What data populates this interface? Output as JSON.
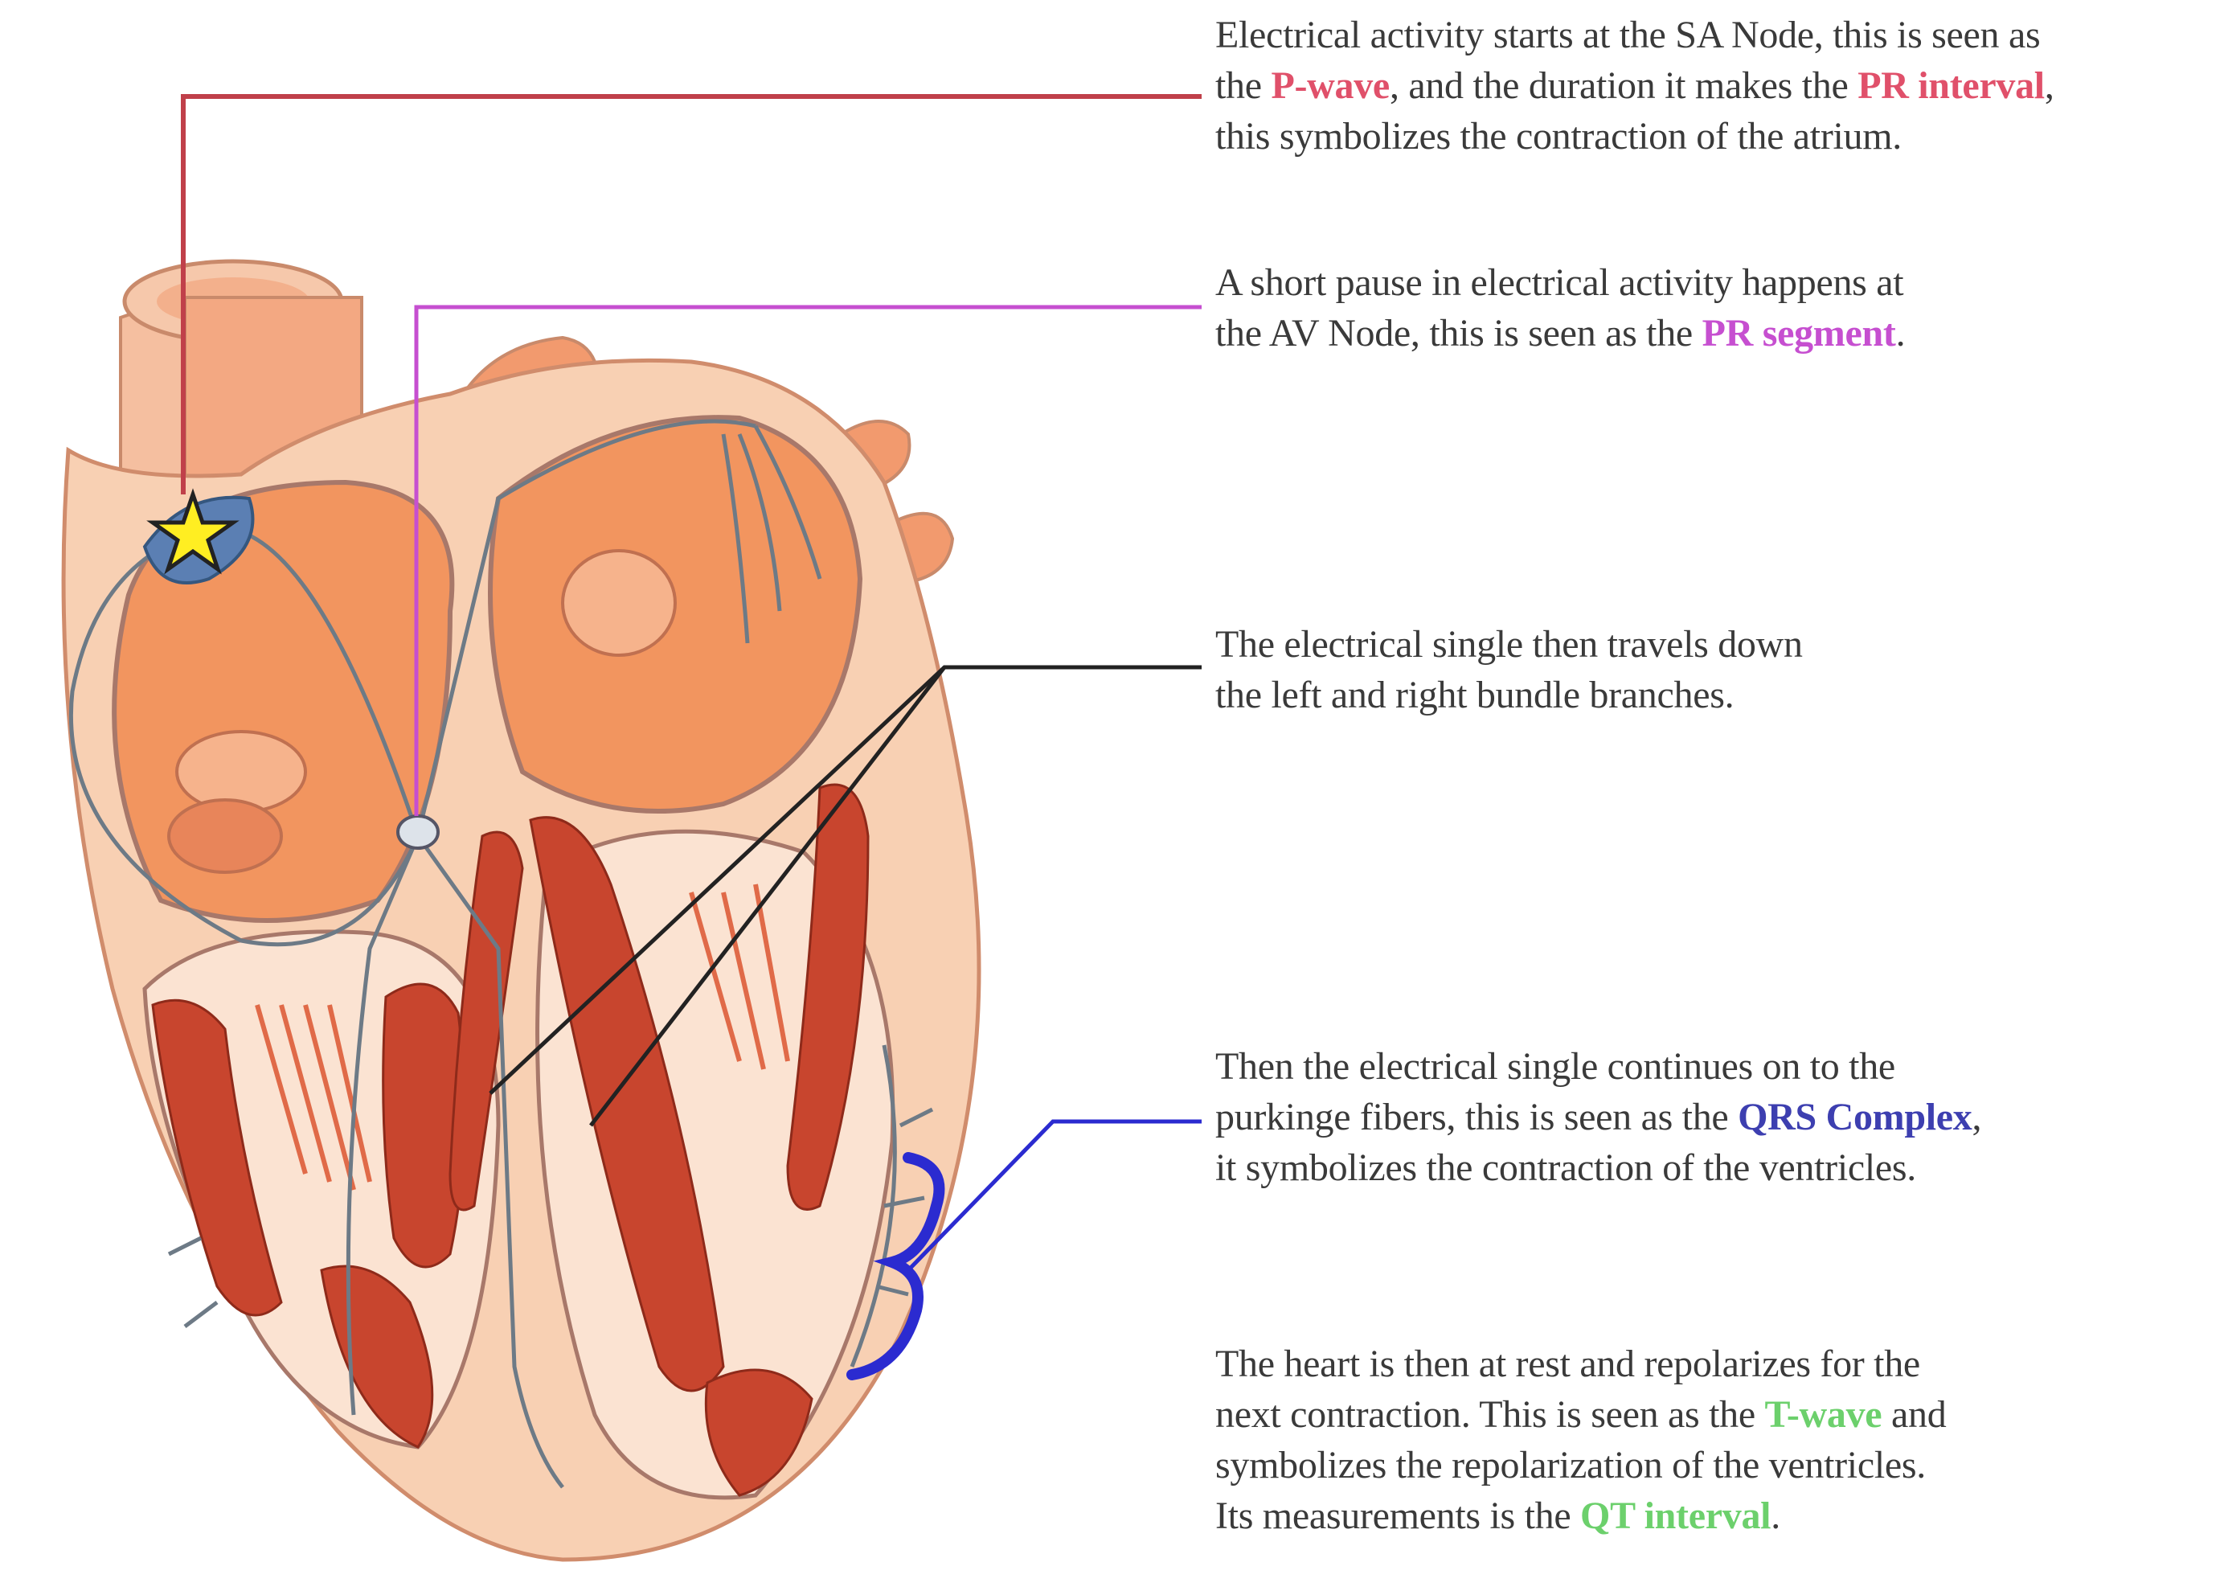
{
  "colors": {
    "red": "#e0506a",
    "magenta": "#c64fd0",
    "black": "#222222",
    "blue": "#2b2bd0",
    "green": "#6cd06c",
    "heart_flesh": "#f3a071",
    "heart_outer": "#f8d0b3",
    "muscle": "#c8452e",
    "star": "#ffee22"
  },
  "icons": {
    "sa_node": "star-icon",
    "qrs_region": "curly-brace-icon"
  },
  "notes": [
    {
      "id": "sa-node",
      "lines": [
        [
          {
            "t": "Electrical activity starts at the SA Node, this is seen as"
          }
        ],
        [
          {
            "t": "the "
          },
          {
            "t": "P-wave",
            "c": "red"
          },
          {
            "t": ", and the duration it makes the "
          },
          {
            "t": "PR interval",
            "c": "red"
          },
          {
            "t": ","
          }
        ],
        [
          {
            "t": "this symbolizes the contraction of the atrium."
          }
        ]
      ]
    },
    {
      "id": "av-node",
      "lines": [
        [
          {
            "t": "A short pause in electrical activity happens at"
          }
        ],
        [
          {
            "t": "the AV Node, this is seen as the "
          },
          {
            "t": "PR segment",
            "c": "mag"
          },
          {
            "t": "."
          }
        ]
      ]
    },
    {
      "id": "bundle-branches",
      "lines": [
        [
          {
            "t": "The electrical single then travels down"
          }
        ],
        [
          {
            "t": "the left and right bundle branches."
          }
        ]
      ]
    },
    {
      "id": "purkinje",
      "lines": [
        [
          {
            "t": "Then the electrical single continues on to the"
          }
        ],
        [
          {
            "t": "purkinge fibers, this is seen as the "
          },
          {
            "t": "QRS Complex",
            "c": "blue"
          },
          {
            "t": ","
          }
        ],
        [
          {
            "t": "it symbolizes the contraction of the ventricles."
          }
        ]
      ]
    },
    {
      "id": "repolarization",
      "lines": [
        [
          {
            "t": "The heart is then at rest and repolarizes for the"
          }
        ],
        [
          {
            "t": "next contraction. This is seen as the "
          },
          {
            "t": "T-wave",
            "c": "green"
          },
          {
            "t": " and"
          }
        ],
        [
          {
            "t": "symbolizes the repolarization of the ventricles."
          }
        ],
        [
          {
            "t": "Its measurements is the "
          },
          {
            "t": "QT interval",
            "c": "green"
          },
          {
            "t": "."
          }
        ]
      ]
    }
  ]
}
